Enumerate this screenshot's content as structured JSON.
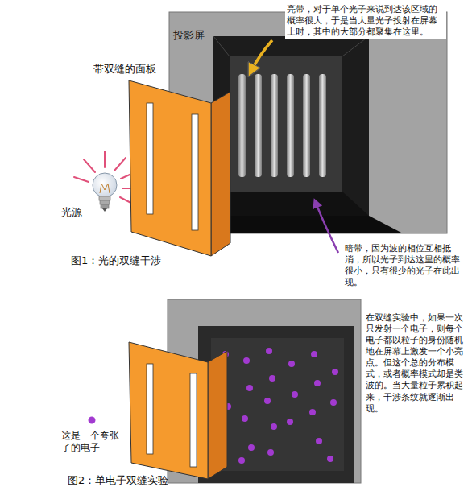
{
  "diagram": {
    "labels": [
      "投影屏",
      "亮带，对于单个光子来说到达该区域的概率很大，于是当大量光子投射在屏幕上时，其中的大部分都聚集在这里。",
      "带双缝的面板",
      "光源",
      "图1：光的双缝干涉",
      "暗带，因为波的相位互相抵消，所以光子到达这里的概率很小，只有很少的光子在此出现。",
      "在双缝实验中，如果一次只发射一个电子，则每个电子都以粒子的身份随机地在屏幕上激发一个小亮点。但这个总的分布模式，或者概率模式却是类波的。当大量粒子累积起来，干涉条纹就逐渐出现。",
      "这是一个夸张了的电子",
      "图2：单电子双缝实验"
    ]
  }
}
